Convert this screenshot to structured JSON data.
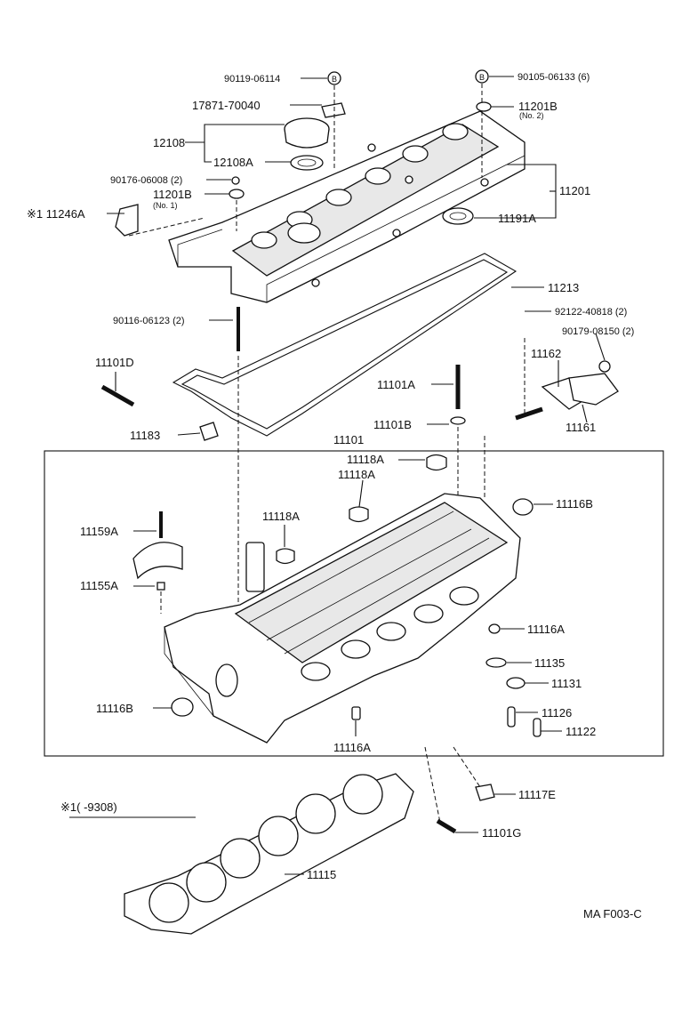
{
  "diagram": {
    "code": "MA F003-C",
    "marker_b": "B",
    "note": "※1(      -9308)",
    "labels": {
      "p90119": "90119-06114",
      "p90105": "90105-06133 (6)",
      "p17871": "17871-70040",
      "p11201B_no2": "11201B",
      "no2": "(No. 2)",
      "p12108": "12108",
      "p12108A": "12108A",
      "p90176": "90176-06008 (2)",
      "p11201B_no1": "11201B",
      "no1": "(No. 1)",
      "p11246A": "※1 11246A",
      "p11201": "11201",
      "p11191A": "11191A",
      "p11213": "11213",
      "p90116": "90116-06123 (2)",
      "p92122": "92122-40818 (2)",
      "p90179": "90179-08150 (2)",
      "p11101D": "11101D",
      "p11162": "11162",
      "p11101A": "11101A",
      "p11101B": "11101B",
      "p11161": "11161",
      "p11183": "11183",
      "p11101": "11101",
      "p11118A_1": "11118A",
      "p11118A_2": "11118A",
      "p11118A_3": "11118A",
      "p11116B_r": "11116B",
      "p11159A": "11159A",
      "p11155A": "11155A",
      "p11116A_r": "11116A",
      "p11135": "11135",
      "p11131": "11131",
      "p11116B_l": "11116B",
      "p11126": "11126",
      "p11122": "11122",
      "p11116A_b": "11116A",
      "p11117E": "11117E",
      "p11101G": "11101G",
      "p11115": "11115"
    }
  }
}
